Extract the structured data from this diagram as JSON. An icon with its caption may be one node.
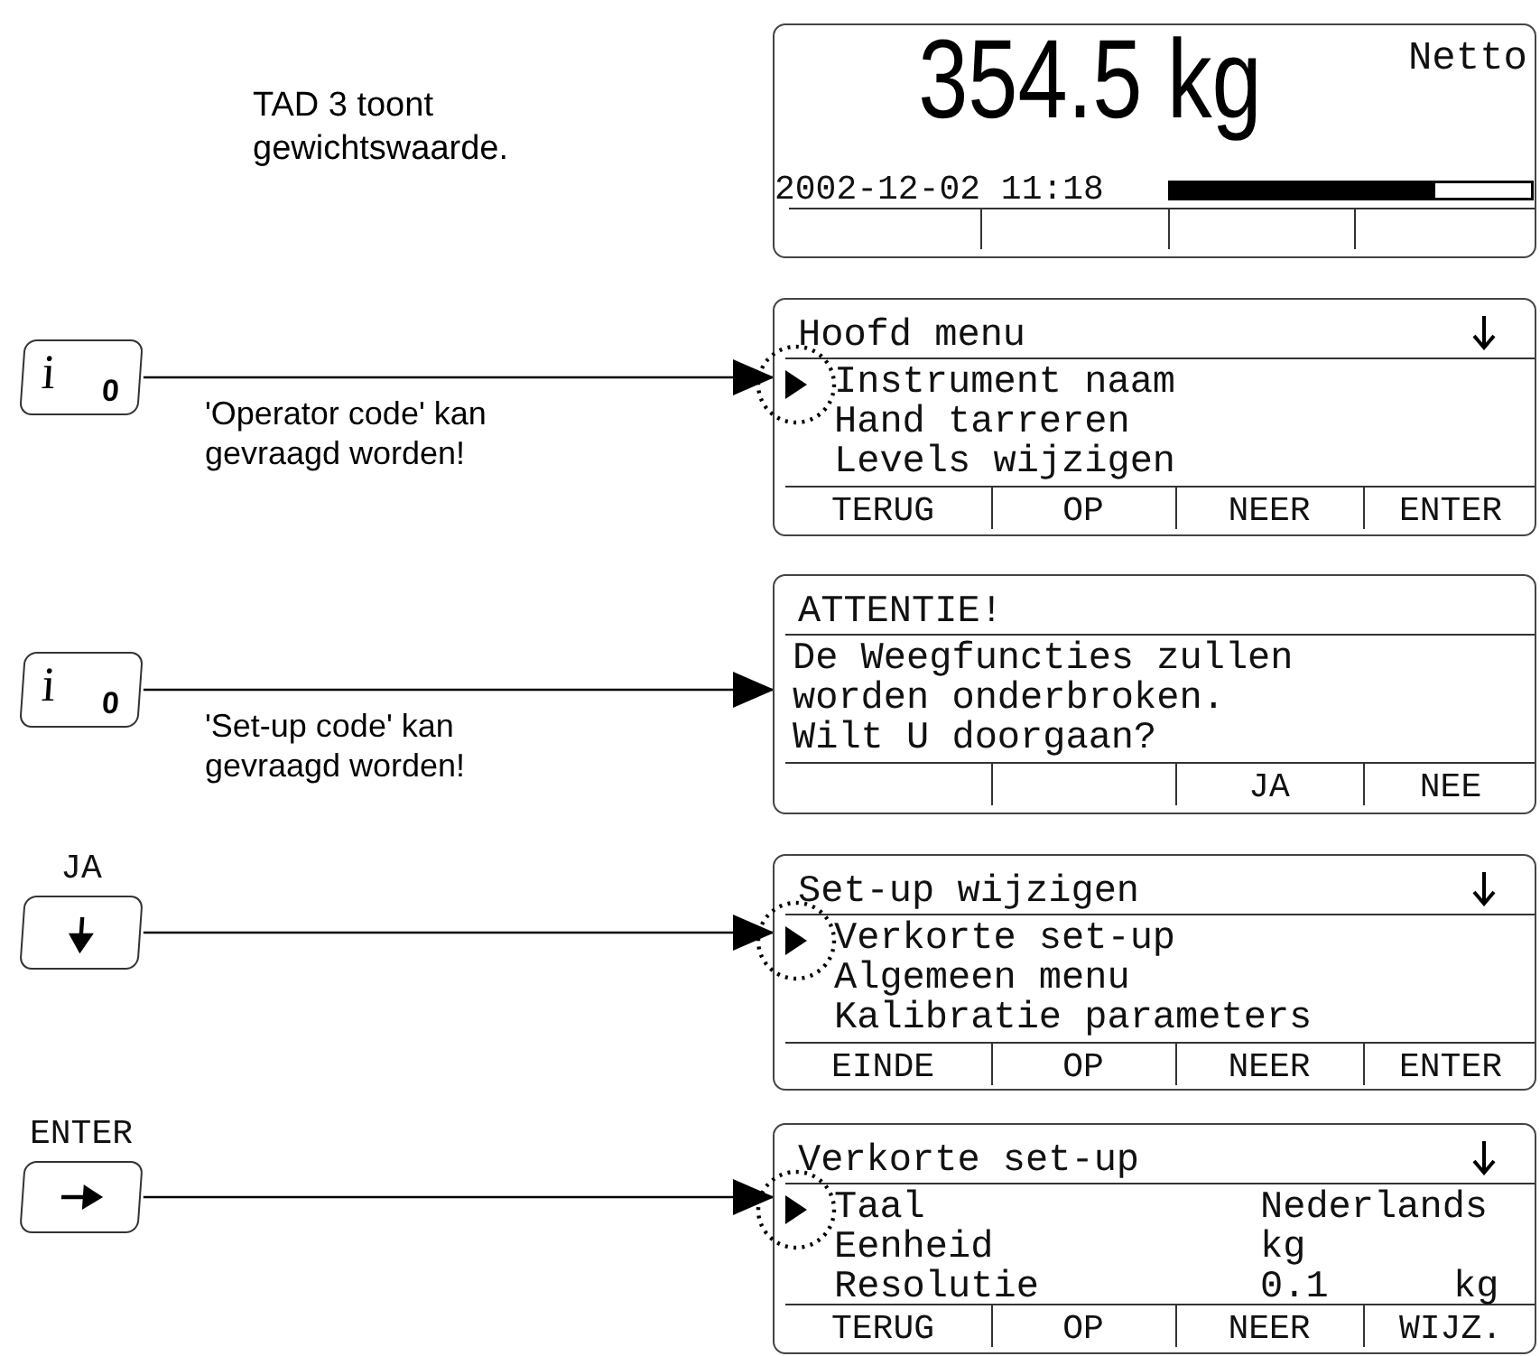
{
  "diagram": {
    "nodes": [
      {
        "text": [
          "354.5 kg",
          "Netto",
          "2002-12-02 11:18"
        ]
      },
      {
        "text": [
          "i",
          "0"
        ]
      },
      {
        "text": [
          "Hoofd menu",
          "Instrument naam",
          "Hand tarreren",
          "Levels wijzigen",
          "TERUG",
          "OP",
          "NEER",
          "ENTER"
        ]
      },
      {
        "text": [
          "i",
          "0"
        ]
      },
      {
        "text": [
          "ATTENTIE!",
          "De Weegfuncties zullen",
          "worden onderbroken.",
          "Wilt U doorgaan?",
          "JA",
          "NEE"
        ]
      },
      {
        "text": [],
        "shape": "box",
        "beside": [
          "JA"
        ]
      },
      {
        "text": [
          "Set-up wijzigen",
          "Verkorte set-up",
          "Algemeen menu",
          "Kalibratie parameters",
          "EINDE",
          "OP",
          "NEER",
          "ENTER"
        ]
      },
      {
        "text": [],
        "shape": "box",
        "beside": [
          "ENTER"
        ]
      },
      {
        "text": [
          "Verkorte set-up",
          "Taal",
          "Nederlands",
          "Eenheid",
          "kg",
          "Resolutie",
          "0.1",
          "kg",
          "TERUG",
          "OP",
          "NEER",
          "WIJZ."
        ]
      }
    ],
    "edges": [
      {
        "from": 1,
        "to": 2,
        "arrow": "to",
        "label": "'Operator code' kan gevraagd worden!"
      },
      {
        "from": 3,
        "to": 4,
        "arrow": "to",
        "label": "'Set-up code' kan gevraagd worden!"
      },
      {
        "from": 5,
        "to": 6,
        "arrow": "to"
      },
      {
        "from": 7,
        "to": 8,
        "arrow": "to"
      }
    ],
    "labels": [
      "TAD 3 toont gewichtswaarde."
    ]
  }
}
